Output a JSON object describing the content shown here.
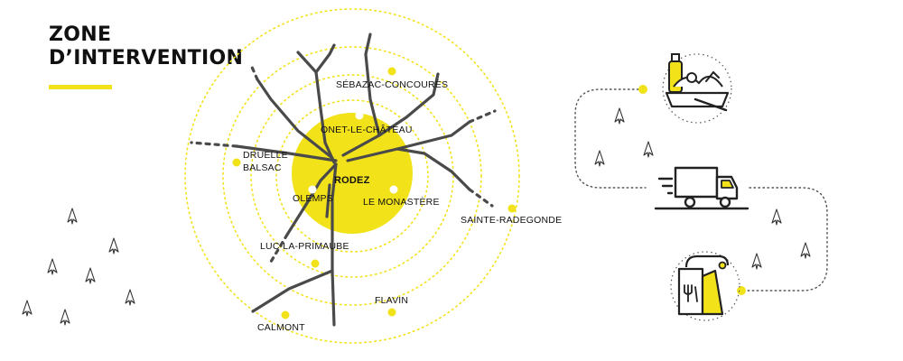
{
  "title": {
    "line1": "ZONE",
    "line2": "D’INTERVENTION"
  },
  "colors": {
    "accent_yellow": "#f2e21a",
    "road_gray": "#4a4a4a",
    "text": "#111111"
  },
  "center_town": "RODEZ",
  "towns": {
    "sebazac": "SÉBAZAC-CONCOURÈS",
    "onet": "ONET-LE-CHÂTEAU",
    "druelle": "DRUELLE",
    "balsac": "BALSAC",
    "olemps": "OLEMPS",
    "monastere": "LE MONASTÈRE",
    "radegonde": "SAINTE-RADEGONDE",
    "luc": "LUC-LA-PRIMAUBE",
    "flavin": "FLAVIN",
    "calmont": "CALMONT"
  },
  "process_icons": [
    "groceries-bag-icon",
    "delivery-truck-icon",
    "takeaway-bag-icon"
  ],
  "decor_icons": [
    "tree-icon"
  ]
}
